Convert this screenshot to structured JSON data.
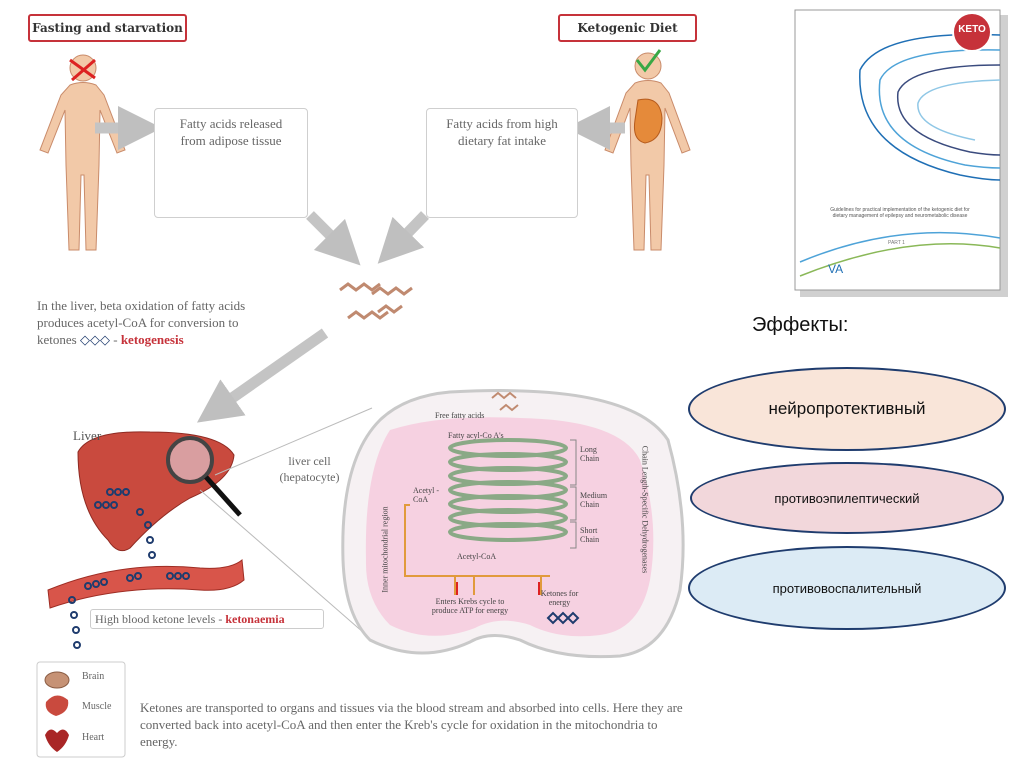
{
  "tags": {
    "fasting": "Fasting and starvation",
    "keto_diet": "Ketogenic Diet"
  },
  "sources": {
    "adipose": "Fatty acids released from adipose tissue",
    "diet": "Fatty acids from high dietary fat intake"
  },
  "liver_text": {
    "line": "In the liver, beta oxidation of fatty acids produces acetyl-CoA for conversion to ketones",
    "dash": "-",
    "keyword": "ketogenesis"
  },
  "liver_label": "Liver",
  "liver_cell": "liver cell (hepatocyte)",
  "cell": {
    "free_fa": "Free fatty acids",
    "acyl": "Fatty acyl-Co A's",
    "acetyl_left": "Acetyl -CoA",
    "acetyl_bottom": "Acetyl-CoA",
    "long": "Long Chain",
    "medium": "Medium Chain",
    "short": "Short Chain",
    "enzyme": "Chain Length-Specific Dehydrogenases",
    "membrane": "Inner mitochondrial region",
    "krebs": "Enters Krebs cycle to produce ATP for energy",
    "ketones": "Ketones for energy"
  },
  "blood": {
    "text": "High blood ketone levels",
    "dash": "-",
    "keyword": "ketonaemia"
  },
  "organs": {
    "brain": "Brain",
    "muscle": "Muscle",
    "heart": "Heart"
  },
  "transport": "Ketones are transported to organs and tissues via the blood stream and absorbed into cells. Here they are converted back into acetyl-CoA and then enter the Kreb's cycle for oxidation in the mitochondria to energy.",
  "cover": {
    "badge": "KETO",
    "title": "Guidelines for practical implementation of the ketogenic diet for dietary management of epilepsy and neurometabolic disease",
    "part": "PART 1"
  },
  "effects_heading": "Эффекты:",
  "effects": [
    {
      "label": "нейропротективный",
      "fill": "#f9e5d9"
    },
    {
      "label": "противоэпилептический",
      "fill": "#f2d7db"
    },
    {
      "label": "противовоспалительный",
      "fill": "#dcebf5"
    }
  ],
  "colors": {
    "accent_red": "#c6323a",
    "navy": "#1f3c6e",
    "liver": "#c94a3e",
    "cell_pink": "#f6c9dc"
  }
}
